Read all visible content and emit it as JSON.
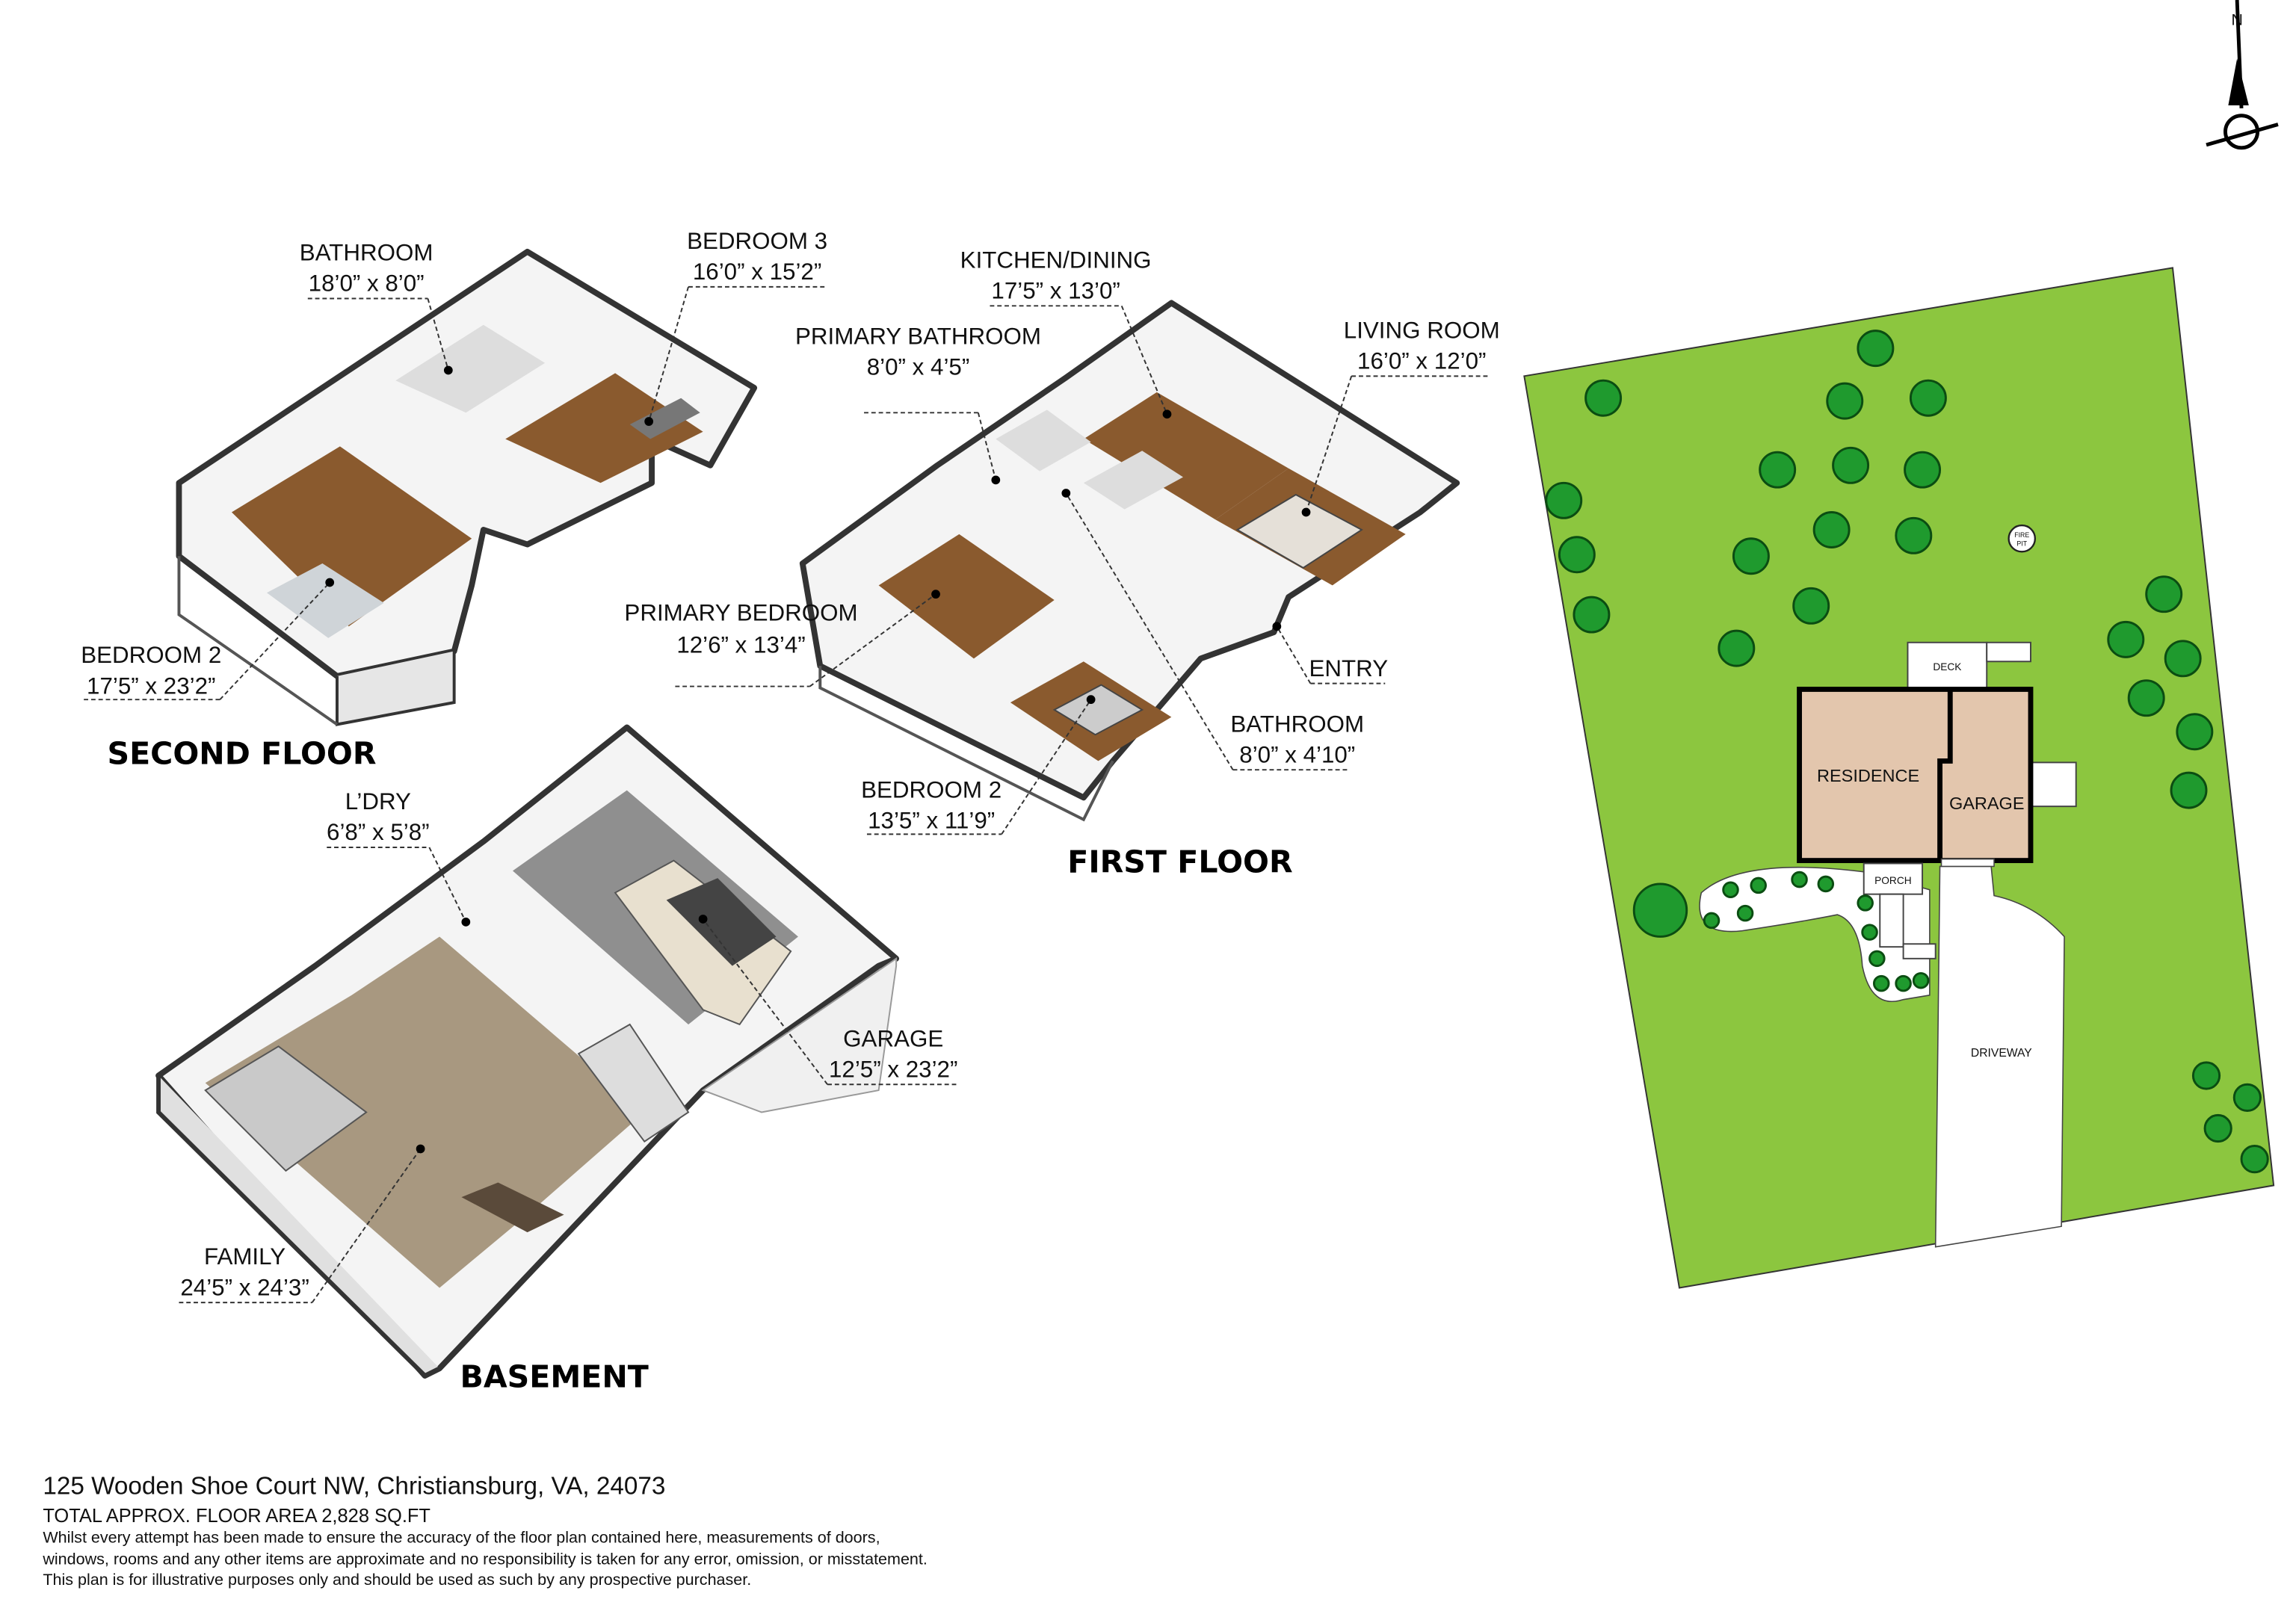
{
  "compass": {
    "north_label": "N"
  },
  "floors": {
    "second": {
      "title": "SECOND FLOOR",
      "rooms": [
        {
          "name": "BATHROOM",
          "size": "18’0” x 8’0”"
        },
        {
          "name": "BEDROOM 3",
          "size": "16’0” x 15’2”"
        },
        {
          "name": "BEDROOM 2",
          "size": "17’5” x 23’2”"
        }
      ]
    },
    "first": {
      "title": "FIRST FLOOR",
      "rooms": [
        {
          "name": "KITCHEN/DINING",
          "size": "17’5” x 13’0”"
        },
        {
          "name": "PRIMARY BATHROOM",
          "size": "8’0” x 4’5”"
        },
        {
          "name": "LIVING ROOM",
          "size": "16’0” x 12’0”"
        },
        {
          "name": "PRIMARY BEDROOM",
          "size": "12’6” x 13’4”"
        },
        {
          "name": "ENTRY",
          "size": ""
        },
        {
          "name": "BATHROOM",
          "size": "8’0” x 4’10”"
        },
        {
          "name": "BEDROOM 2",
          "size": "13’5” x 11’9”"
        }
      ]
    },
    "basement": {
      "title": "BASEMENT",
      "rooms": [
        {
          "name": "L’DRY",
          "size": "6’8” x 5’8”"
        },
        {
          "name": "GARAGE",
          "size": "12’5” x 23’2”"
        },
        {
          "name": "FAMILY",
          "size": "24’5” x 24’3”"
        }
      ]
    }
  },
  "site_plan": {
    "labels": {
      "deck": "DECK",
      "residence": "RESIDENCE",
      "garage": "GARAGE",
      "porch": "PORCH",
      "driveway": "DRIVEWAY",
      "fire_pit_1": "FIRE",
      "fire_pit_2": "PIT"
    },
    "colors": {
      "lawn": "#8cc63f",
      "building": "#e3c6ad",
      "tree": "#1f9a2e"
    }
  },
  "footer": {
    "address": "125 Wooden Shoe Court NW, Christiansburg, VA, 24073",
    "total_area": "TOTAL APPROX. FLOOR AREA 2,828 SQ.FT",
    "disclaimer": [
      "Whilst every attempt has been made to ensure the accuracy of the floor plan contained here, measurements of doors,",
      "windows, rooms and any other items are approximate and no responsibility is taken for any error, omission, or misstatement.",
      "This plan is for illustrative purposes only and should be used as such by any prospective purchaser."
    ]
  }
}
